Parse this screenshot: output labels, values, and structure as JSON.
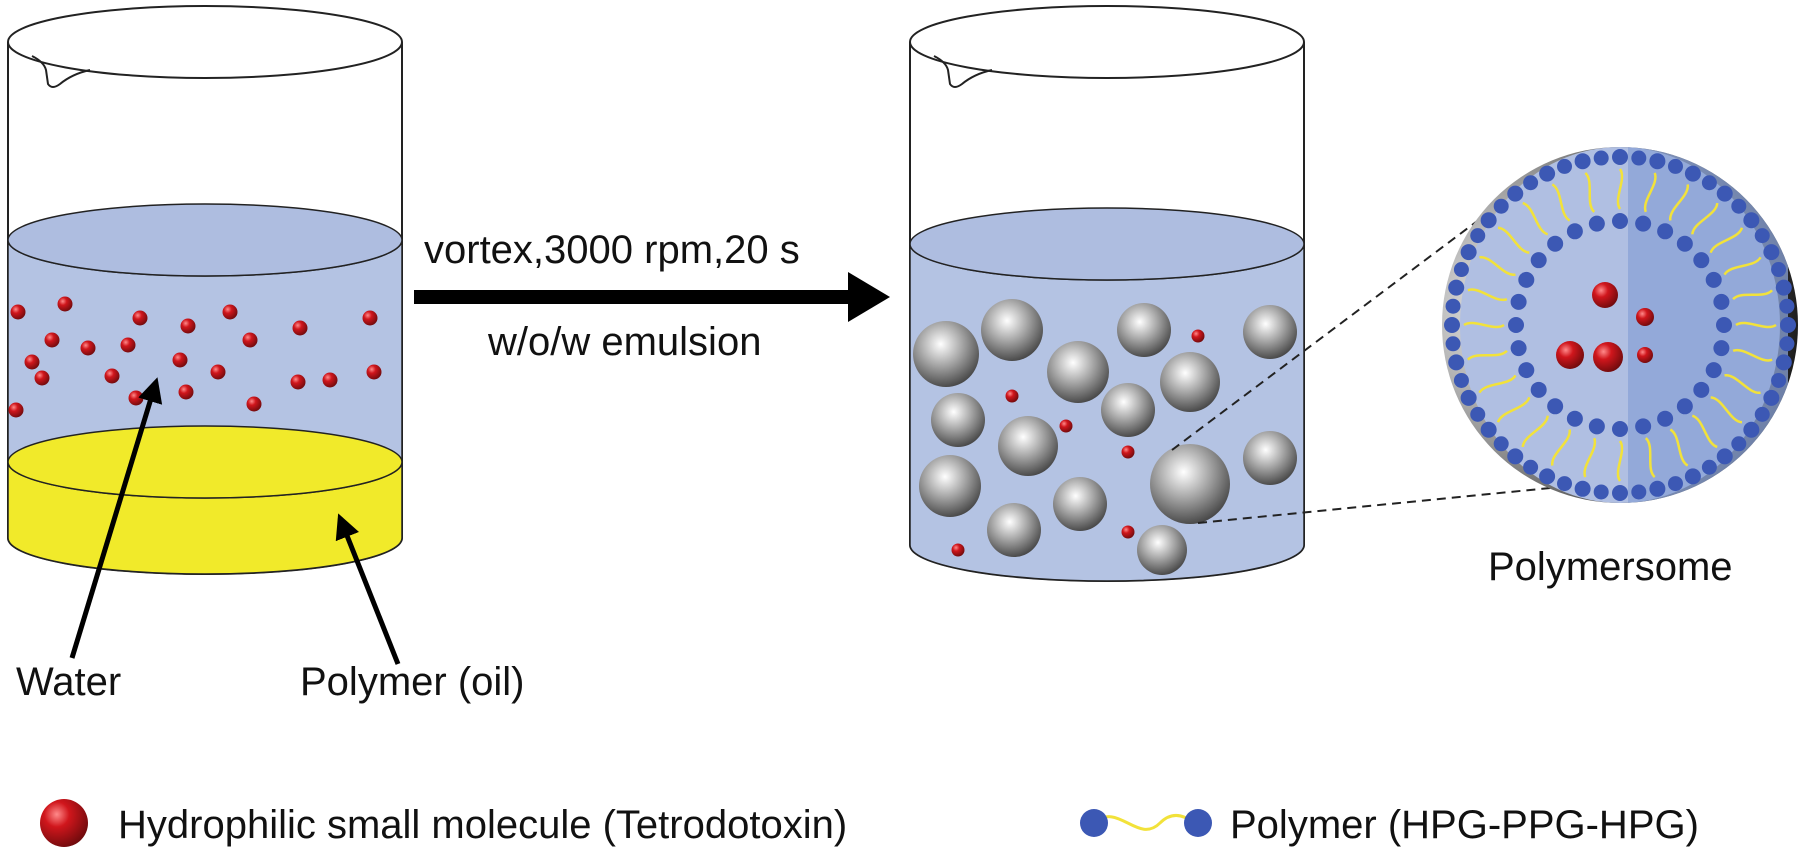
{
  "beaker_left": {
    "water_label": "Water",
    "oil_label": "Polymer (oil)"
  },
  "process": {
    "line1": "vortex,3000 rpm,20 s",
    "line2": "w/o/w emulsion"
  },
  "polymersome": {
    "label": "Polymersome"
  },
  "legend": {
    "drug_label": "Hydrophilic small molecule (Tetrodotoxin)",
    "polymer_label": "Polymer (HPG-PPG-HPG)"
  },
  "colors": {
    "water": "#b4c3e3",
    "oil": "#f1ea2a",
    "drug": "#c0141a",
    "polymer_head": "#3c58b4",
    "polymer_tail": "#f2e23a",
    "sphere": "#9a9a9a"
  }
}
